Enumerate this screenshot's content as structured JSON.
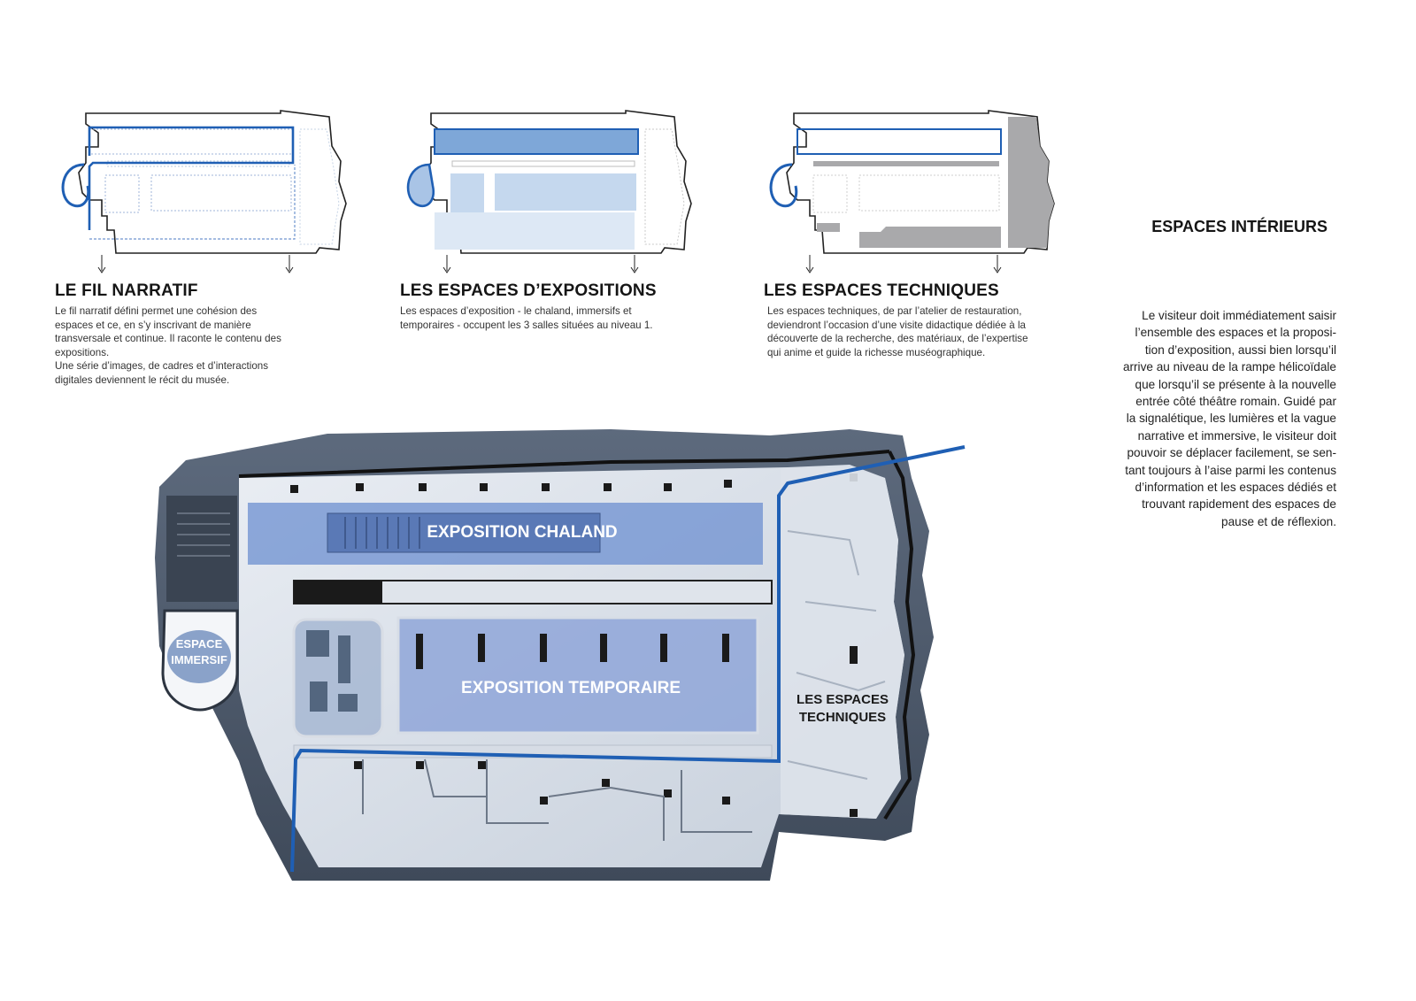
{
  "main": {
    "title": "ESPACES INTÉRIEURS",
    "paragraph_lines": [
      "Le visiteur doit immédiatement saisir",
      "l’ensemble des espaces et la proposi-",
      "tion d’exposition, aussi bien lorsqu’il",
      "arrive au niveau de la rampe hélicoïdale",
      "que lorsqu’il se présente à la nouvelle",
      "entrée côté théâtre romain. Guidé par",
      "la signalétique, les lumières et la vague",
      "narrative et immersive, le visiteur doit",
      "pouvoir se déplacer facilement, se sen-",
      "tant toujours à l’aise parmi les contenus",
      "d’information et les espaces dédiés et",
      "trouvant rapidement des espaces de",
      "pause et de réflexion."
    ]
  },
  "sections": [
    {
      "title": "LE FIL NARRATIF",
      "text_lines": [
        "Le fil narratif défini permet une cohésion des",
        "espaces et ce, en s’y inscrivant de manière",
        "transversale et continue. Il raconte le contenu des",
        "expositions.",
        "Une série d’images, de cadres et d’interactions",
        "digitales deviennent le récit du musée."
      ]
    },
    {
      "title": "LES ESPACES D’EXPOSITIONS",
      "text_lines": [
        "Les espaces d’exposition - le chaland, immersifs et",
        "temporaires - occupent les 3 salles situées au niveau 1."
      ]
    },
    {
      "title": "LES ESPACES TECHNIQUES",
      "text_lines": [
        "Les espaces techniques, de par l’atelier de restauration,",
        "deviendront l’occasion d’une visite didactique dédiée à la",
        "découverte de la recherche, des matériaux, de l’expertise",
        "qui anime et guide la richesse muséographique."
      ]
    }
  ],
  "axonometric": {
    "label_chaland": "EXPOSITION CHALAND",
    "label_temporaire": "EXPOSITION TEMPORAIRE",
    "label_immersif_line1": "ESPACE",
    "label_immersif_line2": "IMMERSIF",
    "label_techniques_line1": "LES ESPACES",
    "label_techniques_line2": "TECHNIQUES"
  },
  "colors": {
    "narrative_blue": "#1f5fb4",
    "exhibition_fill": "#b9d0ea",
    "exhibition_highlight": "#6c8fd0",
    "technical_gray": "#a9a9ab",
    "building_dark": "#4f5b6d"
  }
}
